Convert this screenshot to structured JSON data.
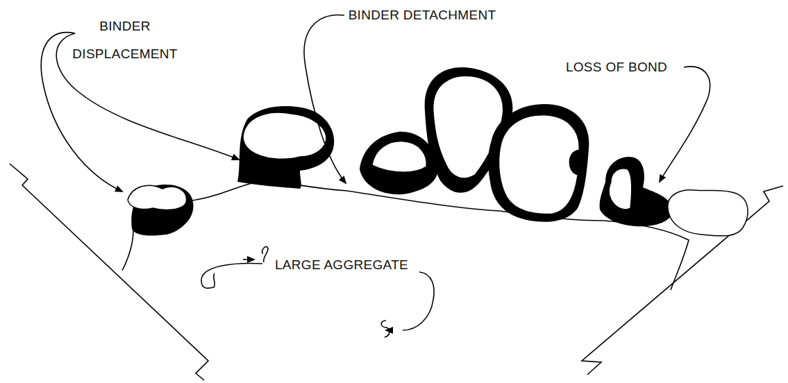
{
  "diagram": {
    "labels": [
      "BINDER DISPLACEMENT",
      "BINDER DETACHMENT",
      "LOSS OF BOND",
      "LARGE AGGREGATE"
    ]
  }
}
